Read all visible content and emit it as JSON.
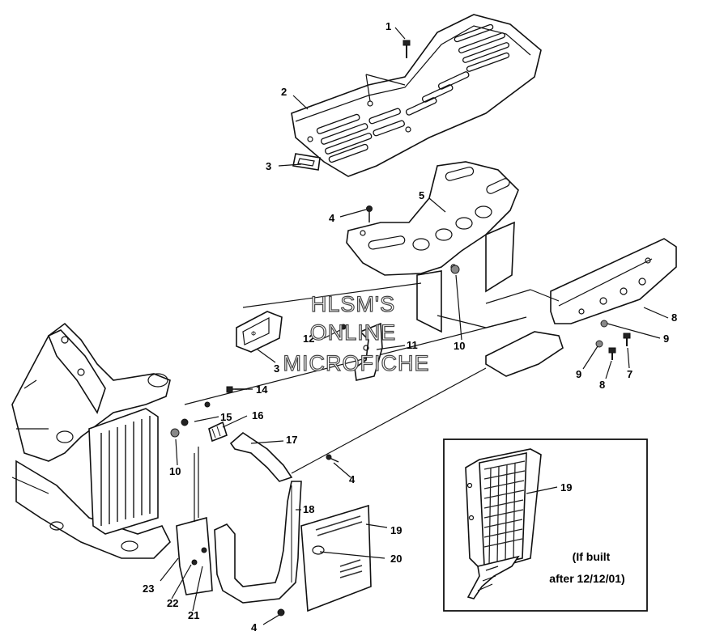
{
  "callouts": {
    "c1": "1",
    "c2": "2",
    "c3a": "3",
    "c3b": "3",
    "c4a": "4",
    "c4b": "4",
    "c4c": "4",
    "c5": "5",
    "c7": "7",
    "c8a": "8",
    "c8b": "8",
    "c9a": "9",
    "c9b": "9",
    "c10a": "10",
    "c10b": "10",
    "c11": "11",
    "c12": "12",
    "c14": "14",
    "c15": "15",
    "c16": "16",
    "c17": "17",
    "c18": "18",
    "c19a": "19",
    "c19b": "19",
    "c20": "20",
    "c21": "21",
    "c22": "22",
    "c23": "23"
  },
  "inset": {
    "note_line1": "(If built",
    "note_line2": "after 12/12/01)"
  },
  "watermark": {
    "line1": "HLSM'S",
    "line2": "ONLINE",
    "line3": "MICROFICHE"
  }
}
